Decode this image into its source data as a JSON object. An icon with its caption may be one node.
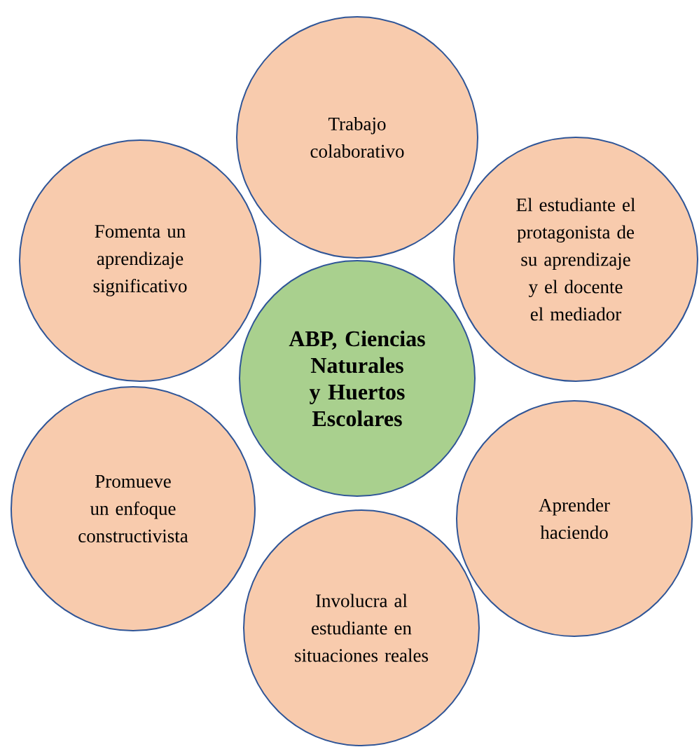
{
  "diagram": {
    "nodes": [
      {
        "text": [
          "ABP, Ciencias Naturales y Huertos Escolares"
        ]
      },
      {
        "text": [
          "Trabajo colaborativo"
        ]
      },
      {
        "text": [
          "El estudiante el protagonista de su aprendizaje y el docente el mediador"
        ]
      },
      {
        "text": [
          "Aprender haciendo"
        ]
      },
      {
        "text": [
          "Involucra al estudiante en situaciones reales"
        ]
      },
      {
        "text": [
          "Promueve un enfoque constructivista"
        ]
      },
      {
        "text": [
          "Fomenta un aprendizaje significativo"
        ]
      }
    ]
  }
}
